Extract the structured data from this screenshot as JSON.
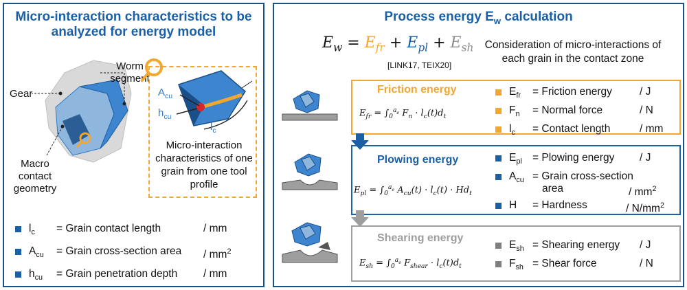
{
  "left": {
    "title": "Micro-interaction characteristics to be analyzed for energy model",
    "labels": {
      "worm": "Worm segment",
      "gear": "Gear",
      "macro": "Macro contact geometry",
      "acu": "A",
      "acu_sub": "cu",
      "hcu": "h",
      "hcu_sub": "cu",
      "lc": "l",
      "lc_sub": "c"
    },
    "inset_caption": "Micro-interaction characteristics of one grain from one tool profile",
    "definitions": [
      {
        "sym": "l",
        "sub": "c",
        "desc": "= Grain contact length",
        "unit": "/ mm",
        "sup": ""
      },
      {
        "sym": "A",
        "sub": "cu",
        "desc": "= Grain cross-section area",
        "unit": "/ mm",
        "sup": "2"
      },
      {
        "sym": "h",
        "sub": "cu",
        "desc": "= Grain penetration depth",
        "unit": "/ mm",
        "sup": ""
      }
    ]
  },
  "right": {
    "title": "Process energy E",
    "title_sub": "w",
    "title_tail": " calculation",
    "main_eq": {
      "lhs": "E",
      "lhs_sub": "w",
      "t1": "E",
      "t1_sub": "fr",
      "t2": "E",
      "t2_sub": "pl",
      "t3": "E",
      "t3_sub": "sh"
    },
    "ref": "[LINK17, TEIX20]",
    "consideration": "Consideration of micro-interactions of each grain in the contact zone",
    "friction": {
      "title": "Friction energy",
      "defs": [
        {
          "sym": "E",
          "sub": "fr",
          "desc": "= Friction energy",
          "unit": "/ J"
        },
        {
          "sym": "F",
          "sub": "n",
          "desc": "= Normal force",
          "unit": "/ N"
        },
        {
          "sym": "l",
          "sub": "c",
          "desc": "= Contact length",
          "unit": "/ mm"
        }
      ]
    },
    "plowing": {
      "title": "Plowing energy",
      "defs": [
        {
          "sym": "E",
          "sub": "pl",
          "desc": "= Plowing energy",
          "unit": "/ J",
          "sup": ""
        },
        {
          "sym": "A",
          "sub": "cu",
          "desc": "= Grain cross-section",
          "desc2": "area",
          "unit": "/ mm",
          "sup": "2"
        },
        {
          "sym": "H",
          "sub": "",
          "desc": "= Hardness",
          "unit": "/ N/mm",
          "sup": "2"
        }
      ]
    },
    "shearing": {
      "title": "Shearing energy",
      "defs": [
        {
          "sym": "E",
          "sub": "sh",
          "desc": "= Shearing energy",
          "unit": "/ J"
        },
        {
          "sym": "F",
          "sub": "sh",
          "desc": "= Shear force",
          "unit": "/ N"
        }
      ]
    }
  },
  "colors": {
    "blue": "#1b5fa5",
    "orange": "#f2a730",
    "grey": "#7f7f7f",
    "light_blue": "#2b7bc8"
  }
}
